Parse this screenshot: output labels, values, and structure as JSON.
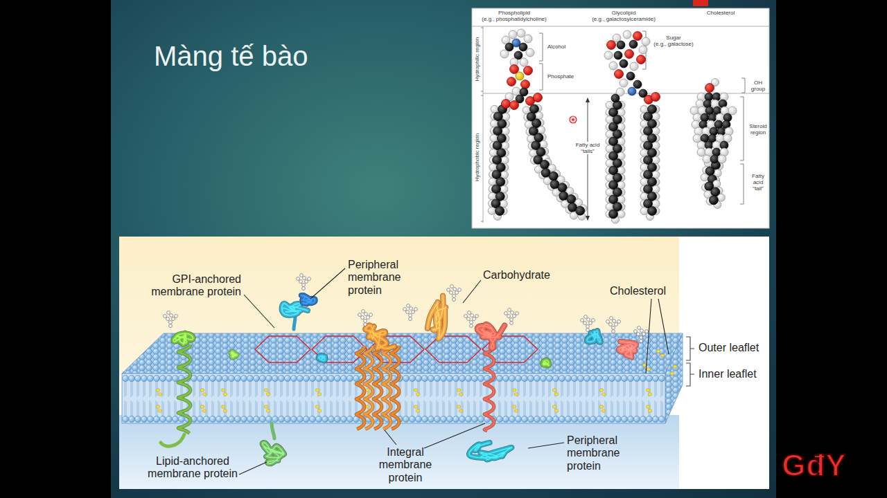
{
  "diagram": {
    "title": "Màng tế bào",
    "labels": [
      "Phospholipid",
      "(e.g., phosphatidylcholine)",
      "Glycolipid",
      "(e.g., galactosylceramide)",
      "Cholesterol",
      "Hydrophilic region",
      "Hydrophobic region",
      "Alcohol",
      "Phosphate",
      "Sugar",
      "(e.g., galactose)",
      "OH group",
      "Fatty acid “tails”",
      "Steroid region",
      "Fatty acid “tail”",
      "GPI-anchored membrane protein",
      "Peripheral membrane protein",
      "Carbohydrate",
      "Cholesterol",
      "Outer leaflet",
      "Inner leaflet",
      "Lipid-anchored membrane protein",
      "Integral membrane protein",
      "Peripheral membrane protein",
      "GđY"
    ]
  }
}
